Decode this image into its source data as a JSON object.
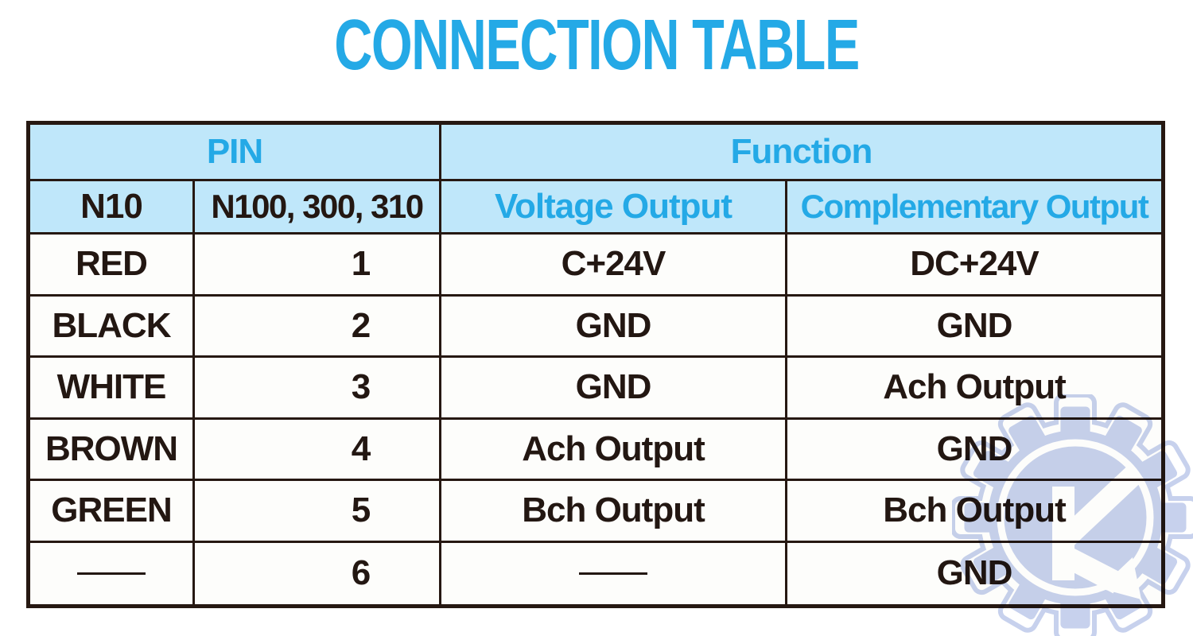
{
  "title": "CONNECTION TABLE",
  "colors": {
    "accent_cyan": "#24A9E6",
    "header_background": "#BFE7FA",
    "table_border": "#261812",
    "body_text": "#231712",
    "watermark_blue": "#C7D1ED"
  },
  "table": {
    "groups": {
      "pin": "PIN",
      "function": "Function"
    },
    "subheaders": {
      "n10": "N10",
      "n100": "N100, 300, 310",
      "voltage": "Voltage Output",
      "complementary": "Complementary Output"
    },
    "rows": [
      {
        "wire": "RED",
        "pin": "1",
        "voltage": "C+24V",
        "complementary": "DC+24V"
      },
      {
        "wire": "BLACK",
        "pin": "2",
        "voltage": "GND",
        "complementary": "GND"
      },
      {
        "wire": "WHITE",
        "pin": "3",
        "voltage": "GND",
        "complementary": "Ach Output"
      },
      {
        "wire": "BROWN",
        "pin": "4",
        "voltage": "Ach Output",
        "complementary": "GND"
      },
      {
        "wire": "GREEN",
        "pin": "5",
        "voltage": "Bch Output",
        "complementary": "Bch Output"
      },
      {
        "wire": "",
        "pin": "6",
        "voltage": "",
        "complementary": "GND"
      }
    ],
    "empty_cell_marker": "long-dash"
  },
  "watermark": {
    "description": "gear logo with letter K arrow",
    "letter": "K"
  }
}
